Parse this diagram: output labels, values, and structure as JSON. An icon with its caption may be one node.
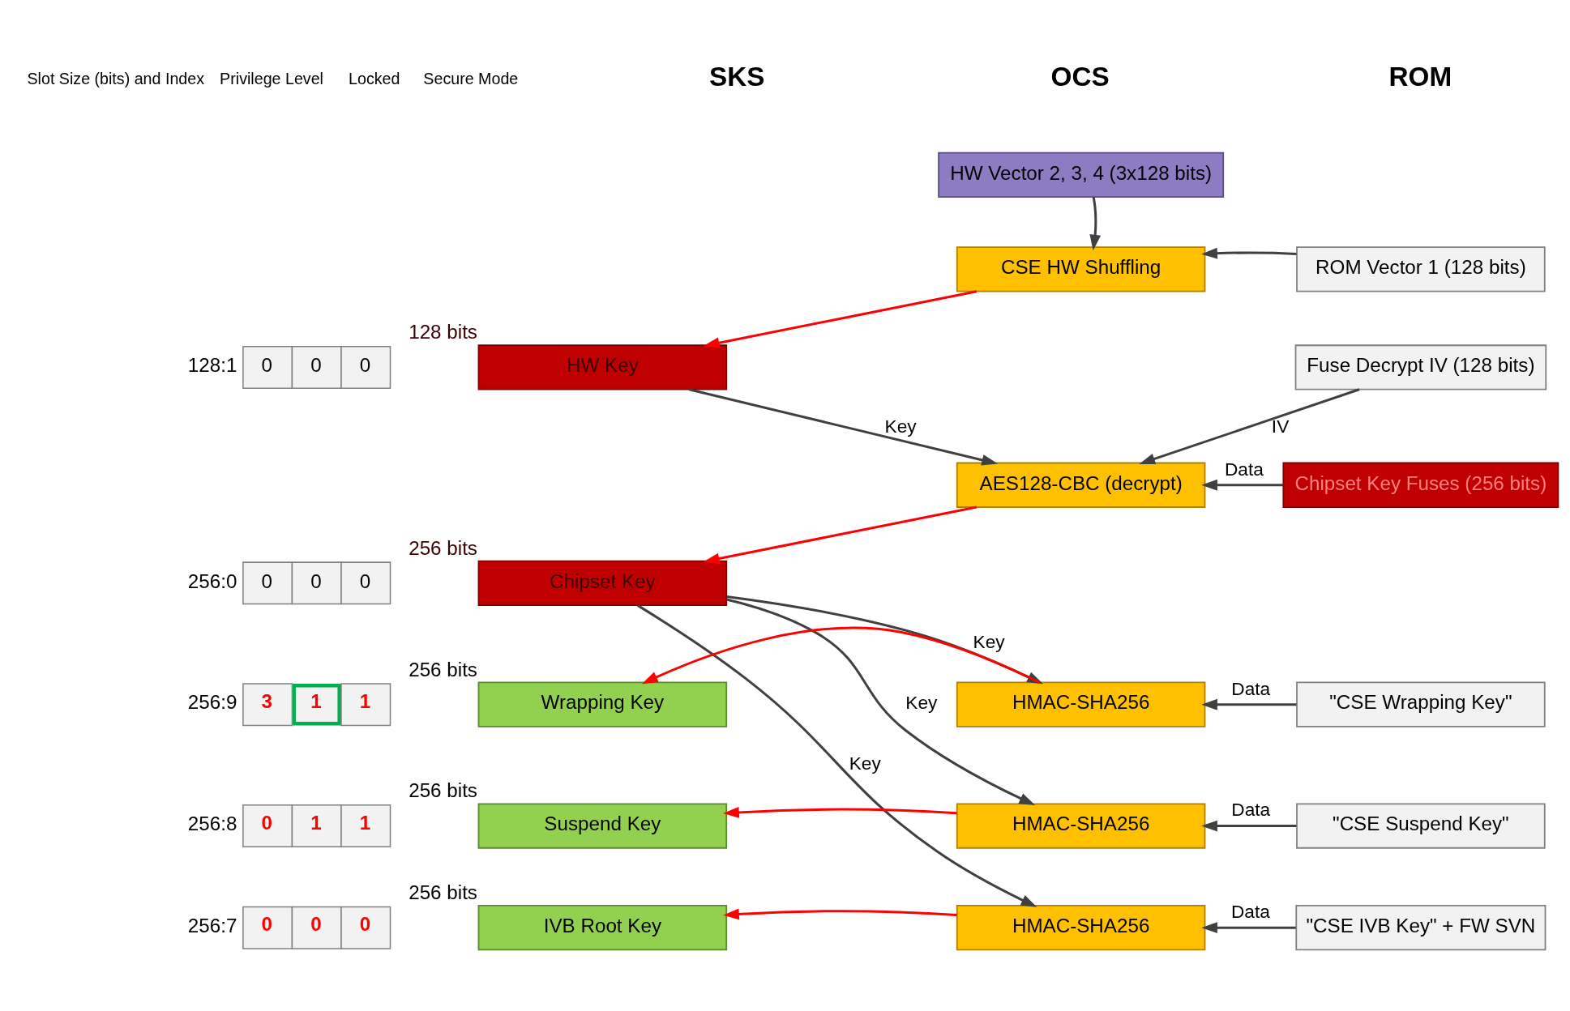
{
  "diagram": {
    "nodes": [
      {
        "text": [
          "HW Vector 2, 3, 4 (3x128 bits)"
        ]
      },
      {
        "text": [
          "CSE HW Shuffling"
        ]
      },
      {
        "text": [
          "ROM Vector 1 (128 bits)"
        ]
      },
      {
        "text": [
          "HW Key"
        ],
        "beside": [
          "128 bits"
        ]
      },
      {
        "text": [
          "Fuse Decrypt IV (128 bits)"
        ]
      },
      {
        "text": [
          "AES128-CBC (decrypt)"
        ]
      },
      {
        "text": [
          "Chipset Key Fuses (256 bits)"
        ]
      },
      {
        "text": [
          "Chipset Key"
        ],
        "beside": [
          "256 bits"
        ]
      },
      {
        "text": [
          "Wrapping Key"
        ],
        "beside": [
          "256 bits"
        ]
      },
      {
        "text": [
          "HMAC-SHA256"
        ]
      },
      {
        "text": [
          "\"CSE Wrapping Key\""
        ]
      },
      {
        "text": [
          "Suspend Key"
        ],
        "beside": [
          "256 bits"
        ]
      },
      {
        "text": [
          "HMAC-SHA256"
        ]
      },
      {
        "text": [
          "\"CSE Suspend Key\""
        ]
      },
      {
        "text": [
          "IVB Root Key"
        ],
        "beside": [
          "256 bits"
        ]
      },
      {
        "text": [
          "HMAC-SHA256"
        ]
      },
      {
        "text": [
          "\"CSE IVB Key\" + FW SVN"
        ]
      }
    ],
    "edges": [
      {
        "from": 0,
        "to": 1,
        "arrow": "to"
      },
      {
        "from": 2,
        "to": 1,
        "arrow": "to"
      },
      {
        "from": 1,
        "to": 3,
        "arrow": "to",
        "color": "#ff0000"
      },
      {
        "from": 3,
        "to": 5,
        "arrow": "to",
        "label": "Key"
      },
      {
        "from": 4,
        "to": 5,
        "arrow": "to",
        "label": "IV"
      },
      {
        "from": 6,
        "to": 5,
        "arrow": "to",
        "label": "Data"
      },
      {
        "from": 5,
        "to": 7,
        "arrow": "to",
        "color": "#ff0000"
      },
      {
        "from": 7,
        "to": 9,
        "arrow": "to",
        "label": "Key"
      },
      {
        "from": 10,
        "to": 9,
        "arrow": "to",
        "label": "Data"
      },
      {
        "from": 9,
        "to": 8,
        "arrow": "to",
        "color": "#ff0000"
      },
      {
        "from": 7,
        "to": 12,
        "arrow": "to",
        "label": "Key"
      },
      {
        "from": 13,
        "to": 12,
        "arrow": "to",
        "label": "Data"
      },
      {
        "from": 12,
        "to": 11,
        "arrow": "to",
        "color": "#ff0000"
      },
      {
        "from": 7,
        "to": 15,
        "arrow": "to",
        "label": "Key"
      },
      {
        "from": 16,
        "to": 15,
        "arrow": "to",
        "label": "Data"
      },
      {
        "from": 15,
        "to": 14,
        "arrow": "to",
        "color": "#ff0000"
      }
    ],
    "labels": [
      "Slot Size (bits) and Index",
      "Privilege Level",
      "Locked",
      "Secure Mode",
      "SKS",
      "OCS",
      "ROM",
      "128:1",
      "0",
      "0",
      "0",
      "256:0",
      "0",
      "0",
      "0",
      "256:9",
      "3",
      "1",
      "1",
      "256:8",
      "0",
      "1",
      "1",
      "256:7",
      "0",
      "0",
      "0"
    ]
  }
}
